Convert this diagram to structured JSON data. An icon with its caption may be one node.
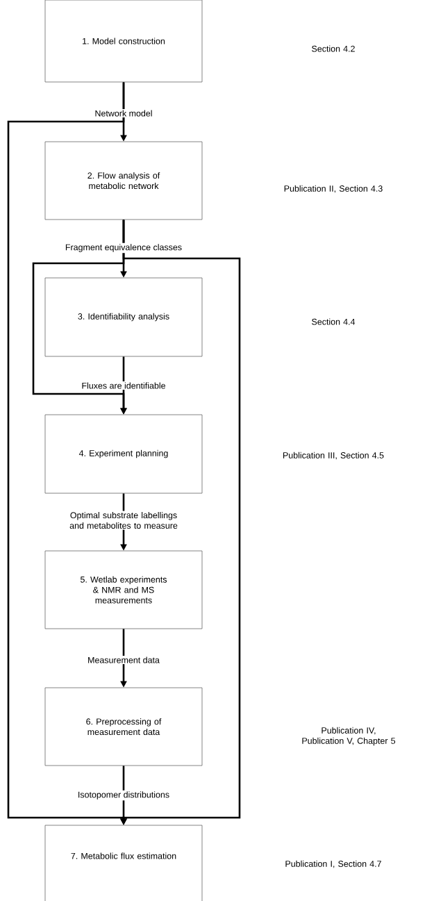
{
  "diagram": {
    "nodes": [
      {
        "text": [
          "1. Model construction"
        ]
      },
      {
        "text": [
          "2. Flow analysis of metabolic network"
        ]
      },
      {
        "text": [
          "3. Identifiability analysis"
        ]
      },
      {
        "text": [
          "4. Experiment planning"
        ]
      },
      {
        "text": [
          "5. Wetlab experiments & NMR and MS measurements"
        ]
      },
      {
        "text": [
          "6. Preprocessing of measurement data"
        ]
      },
      {
        "text": [
          "7. Metabolic flux estimation"
        ]
      }
    ],
    "labels": [
      "Section 4.2",
      "Publication II, Section 4.3",
      "Section 4.4",
      "Publication III, Section 4.5",
      "Publication IV, Publication V, Chapter 5",
      "Publication I, Section 4.7"
    ],
    "edges": [
      {
        "from": 0,
        "to": 1,
        "arrow": "to",
        "label": "Network model"
      },
      {
        "from": 0,
        "to": 6,
        "arrow": "to"
      },
      {
        "from": 1,
        "to": 2,
        "arrow": "to",
        "label": "Fragment equivalence classes"
      },
      {
        "from": 1,
        "to": 3,
        "arrow": "to"
      },
      {
        "from": 1,
        "to": 6,
        "arrow": "to"
      },
      {
        "from": 2,
        "to": 3,
        "arrow": "to",
        "label": "Fluxes are identifiable"
      },
      {
        "from": 3,
        "to": 4,
        "arrow": "to",
        "label": "Optimal substrate labellings and metabolites to measure"
      },
      {
        "from": 4,
        "to": 5,
        "arrow": "to",
        "label": "Measurement data"
      },
      {
        "from": 5,
        "to": 6,
        "arrow": "to",
        "label": "Isotopomer distributions"
      }
    ]
  }
}
